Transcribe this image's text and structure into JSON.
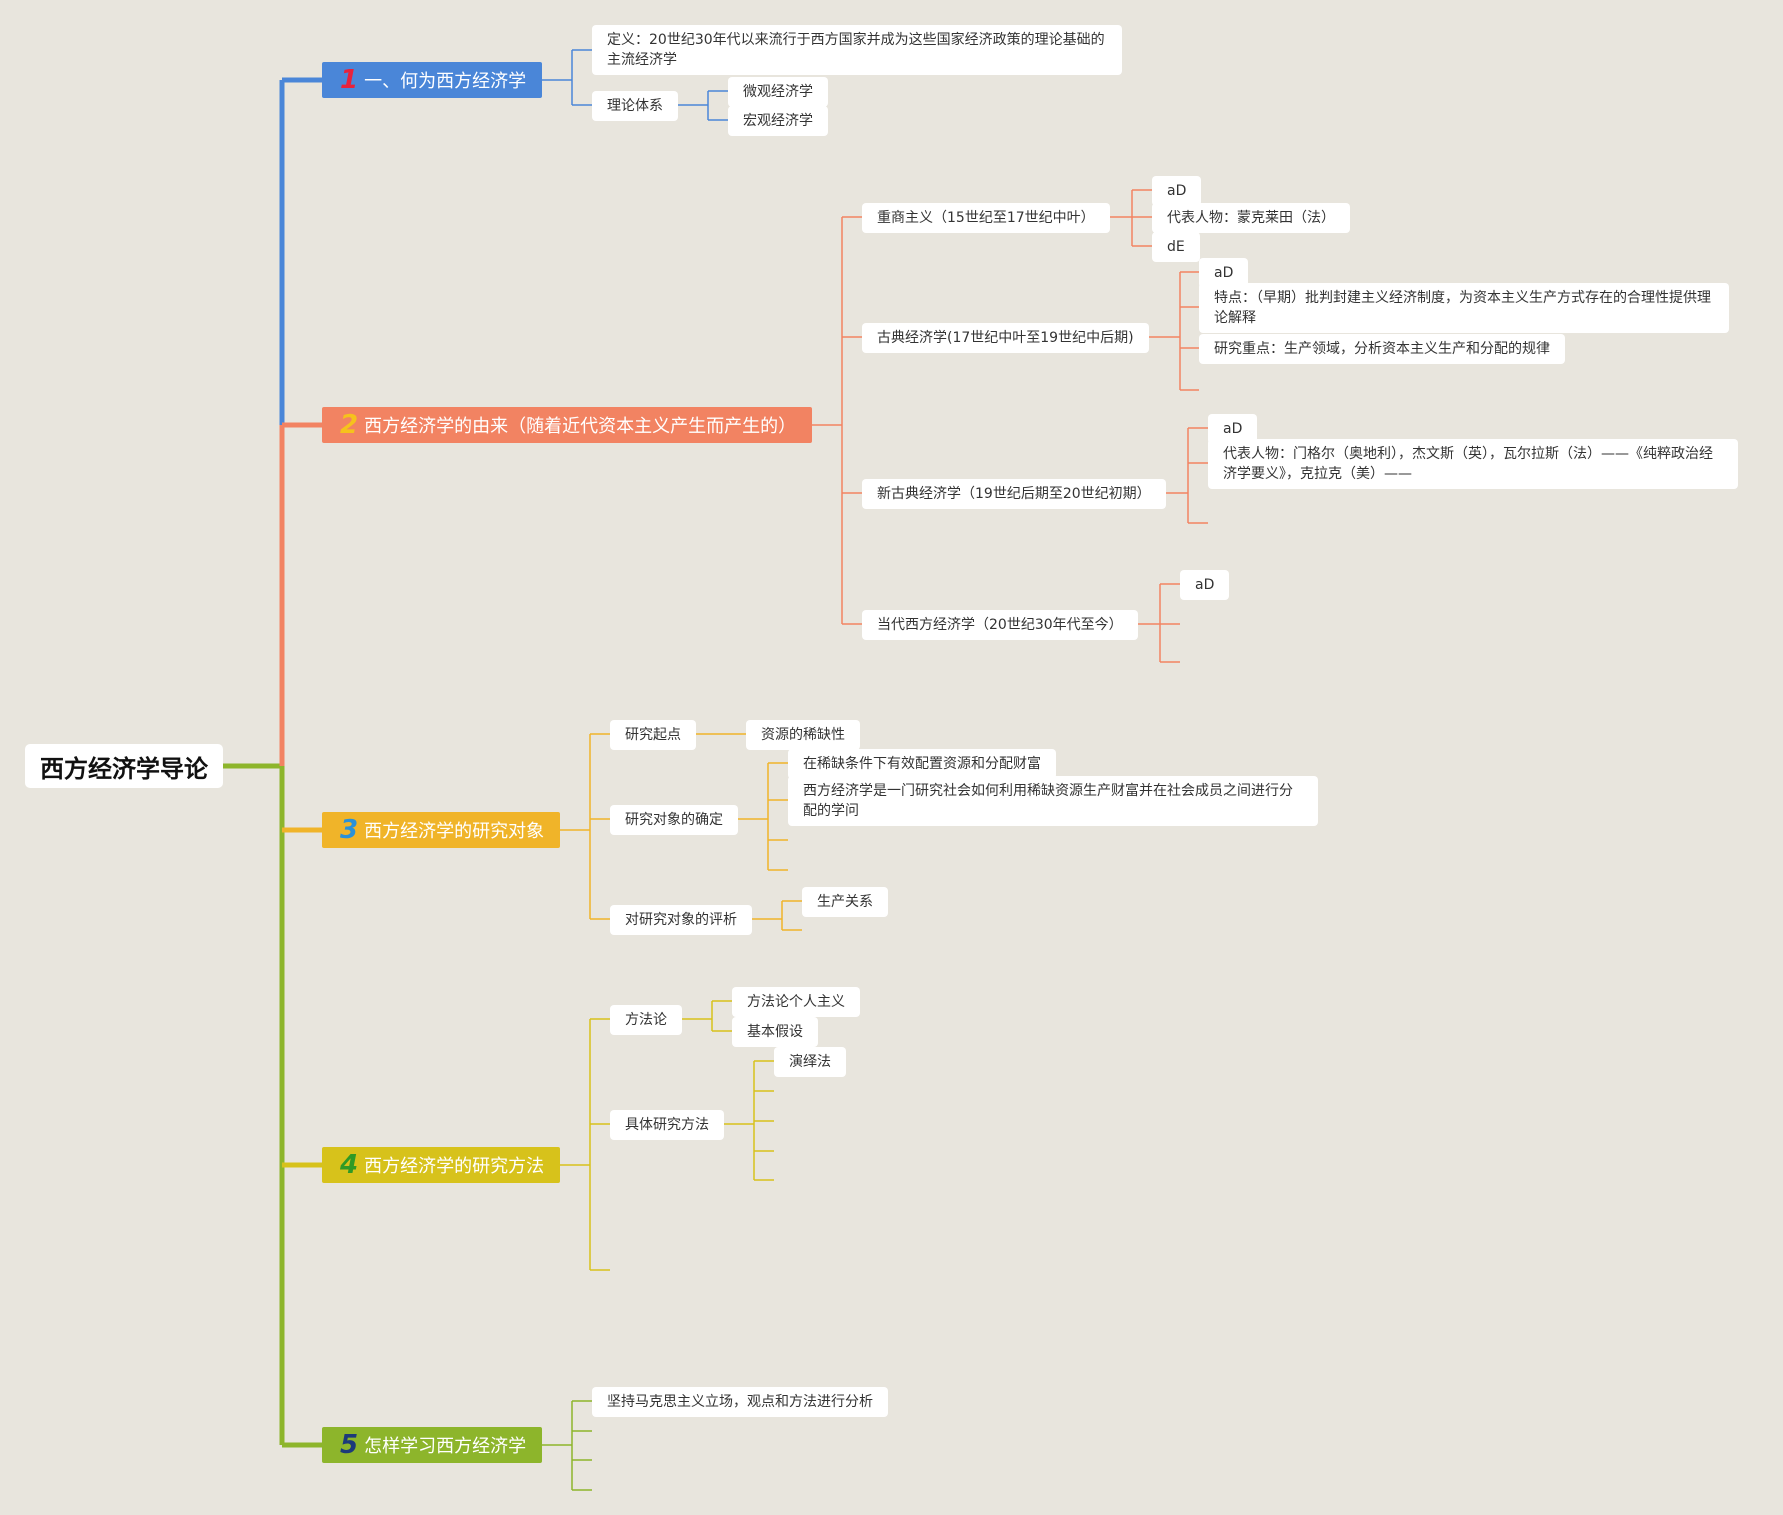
{
  "root": {
    "label": "西方经济学导论"
  },
  "colors": {
    "b1": "#4a86d8",
    "b2": "#f28362",
    "b3": "#f0b429",
    "b4": "#d7c21b",
    "b5": "#8db52b",
    "b1_num": "#e8223c",
    "b2_num": "#f6c21c",
    "b3_num": "#2a91d8",
    "b4_num": "#2f9a25",
    "b5_num": "#1c3a7a"
  },
  "branches": [
    {
      "number": "1",
      "label": "一、何为西方经济学",
      "children": [
        {
          "label": "定义：20世纪30年代以来流行于西方国家并成为这些国家经济政策的理论基础的主流经济学"
        },
        {
          "label": "理论体系",
          "children": [
            {
              "label": "微观经济学"
            },
            {
              "label": "宏观经济学"
            }
          ]
        }
      ]
    },
    {
      "number": "2",
      "label": "西方经济学的由来（随着近代资本主义产生而产生的）",
      "children": [
        {
          "label": "重商主义（15世纪至17世纪中叶）",
          "children": [
            {
              "label": "aD"
            },
            {
              "label": "代表人物：蒙克莱田（法）"
            },
            {
              "label": "dE"
            }
          ]
        },
        {
          "label": "古典经济学(17世纪中叶至19世纪中后期)",
          "children": [
            {
              "label": "aD"
            },
            {
              "label": "特点：（早期）批判封建主义经济制度，为资本主义生产方式存在的合理性提供理论解释"
            },
            {
              "label": "研究重点：生产领域，分析资本主义生产和分配的规律"
            }
          ]
        },
        {
          "label": "新古典经济学（19世纪后期至20世纪初期）",
          "children": [
            {
              "label": "aD"
            },
            {
              "label": "代表人物：门格尔（奥地利），杰文斯（英），瓦尔拉斯（法）——《纯粹政治经济学要义》，克拉克（美）——"
            }
          ]
        },
        {
          "label": "当代西方经济学（20世纪30年代至今）",
          "children": [
            {
              "label": "aD"
            }
          ]
        }
      ]
    },
    {
      "number": "3",
      "label": "西方经济学的研究对象",
      "children": [
        {
          "label": "研究起点",
          "children": [
            {
              "label": "资源的稀缺性"
            }
          ]
        },
        {
          "label": "研究对象的确定",
          "children": [
            {
              "label": "在稀缺条件下有效配置资源和分配财富"
            },
            {
              "label": "西方经济学是一门研究社会如何利用稀缺资源生产财富并在社会成员之间进行分配的学问"
            }
          ]
        },
        {
          "label": "对研究对象的评析",
          "children": [
            {
              "label": "生产关系"
            }
          ]
        }
      ]
    },
    {
      "number": "4",
      "label": "西方经济学的研究方法",
      "children": [
        {
          "label": "方法论",
          "children": [
            {
              "label": "方法论个人主义"
            },
            {
              "label": "基本假设"
            }
          ]
        },
        {
          "label": "具体研究方法",
          "children": [
            {
              "label": "演绎法"
            }
          ]
        }
      ]
    },
    {
      "number": "5",
      "label": "怎样学习西方经济学",
      "children": [
        {
          "label": "坚持马克思主义立场，观点和方法进行分析"
        }
      ]
    }
  ]
}
